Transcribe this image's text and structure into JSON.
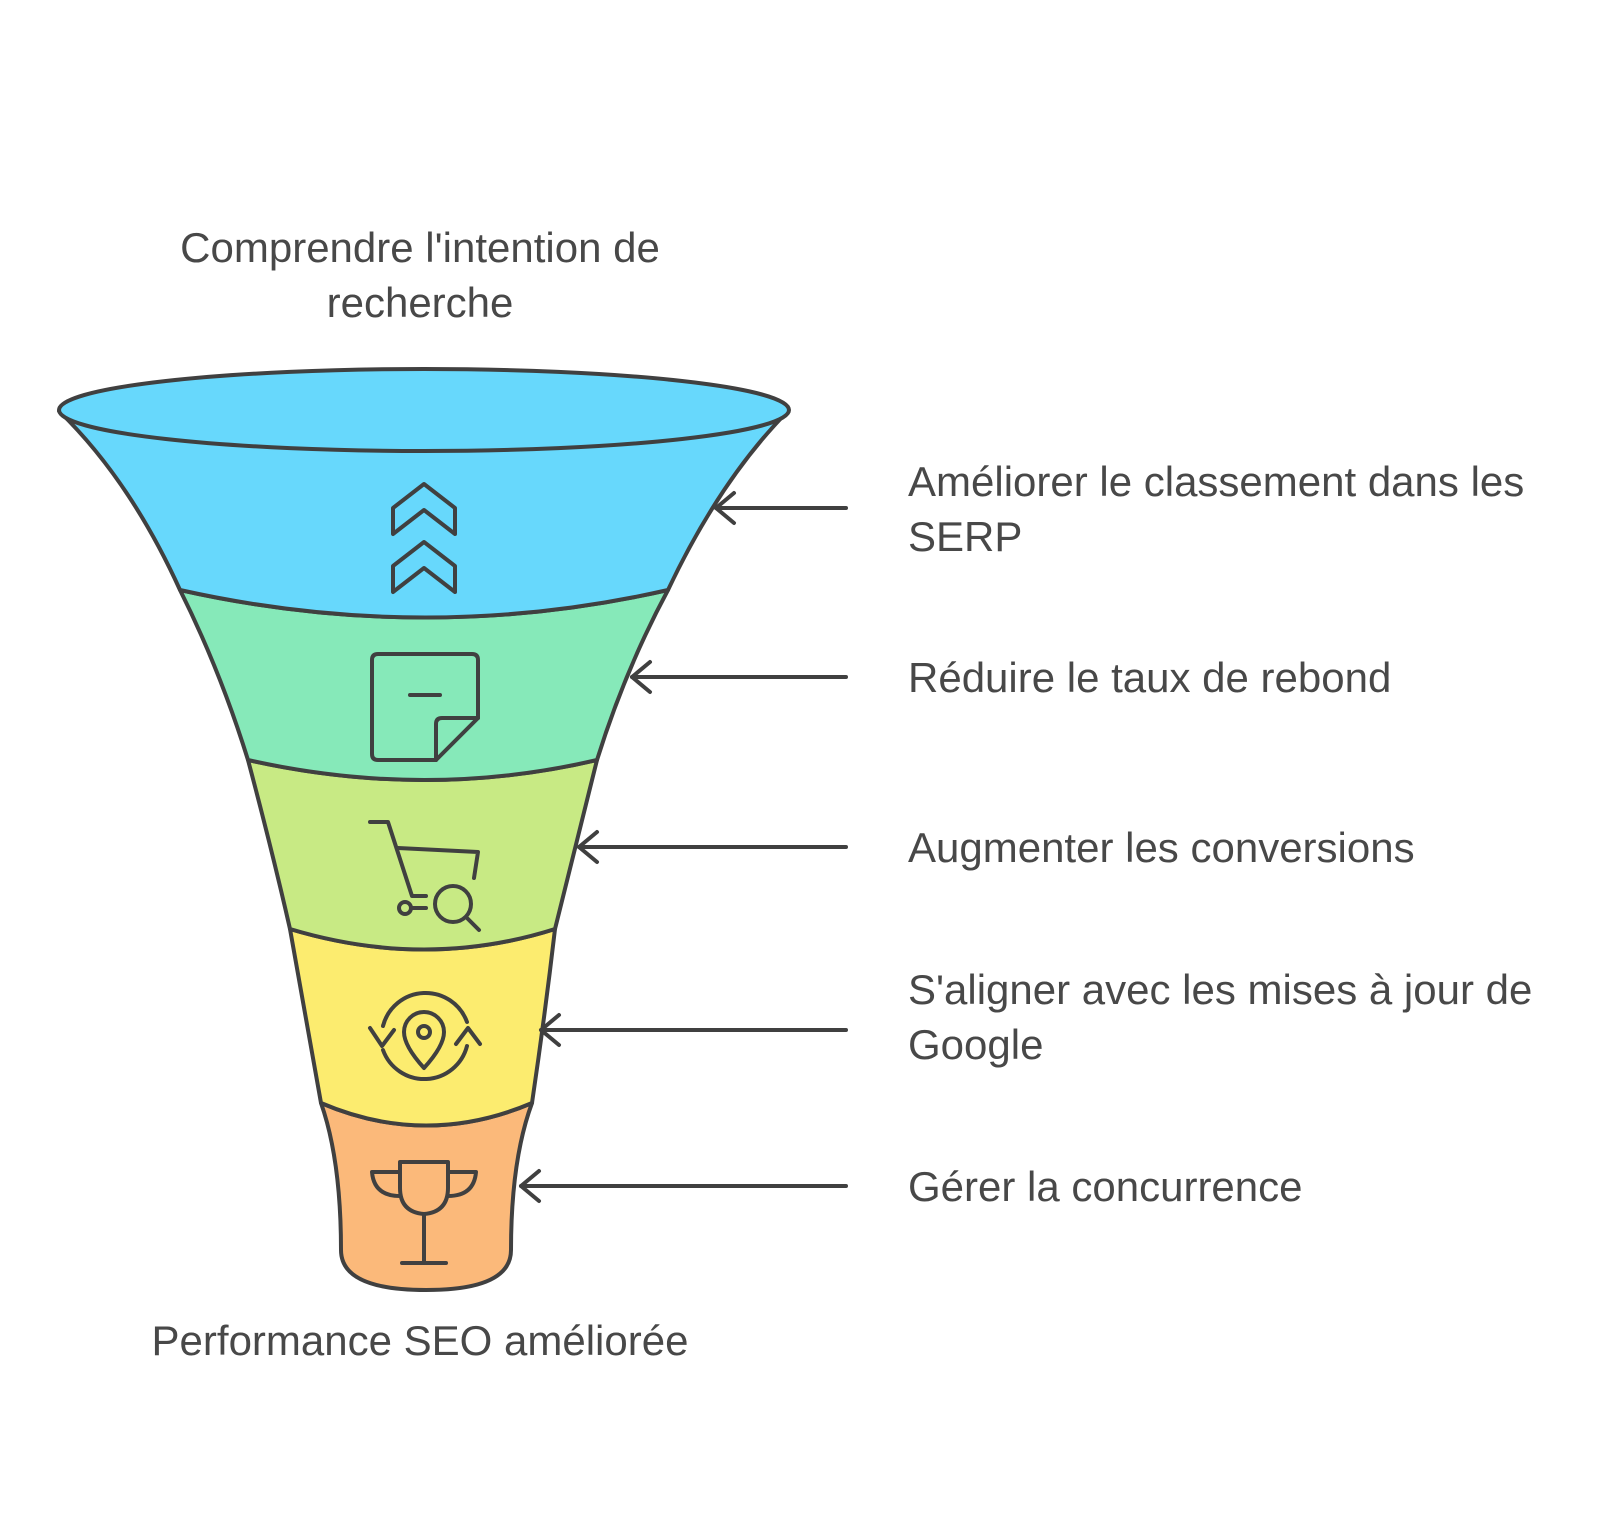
{
  "funnel": {
    "top_label": "Comprendre l'intention de recherche",
    "bottom_label": "Performance SEO améliorée",
    "stages": [
      {
        "label": "Améliorer le classement dans les SERP",
        "icon": "double-chevron-up-icon",
        "color": "#67D8FC"
      },
      {
        "label": "Réduire le taux de rebond",
        "icon": "sticky-note-icon",
        "color": "#86E9B9"
      },
      {
        "label": "Augmenter les conversions",
        "icon": "cart-search-icon",
        "color": "#C8EA84"
      },
      {
        "label": "S'aligner avec les mises à jour de Google",
        "icon": "location-refresh-icon",
        "color": "#FCEC6F"
      },
      {
        "label": "Gérer la concurrence",
        "icon": "trophy-icon",
        "color": "#FBB97A"
      }
    ]
  }
}
